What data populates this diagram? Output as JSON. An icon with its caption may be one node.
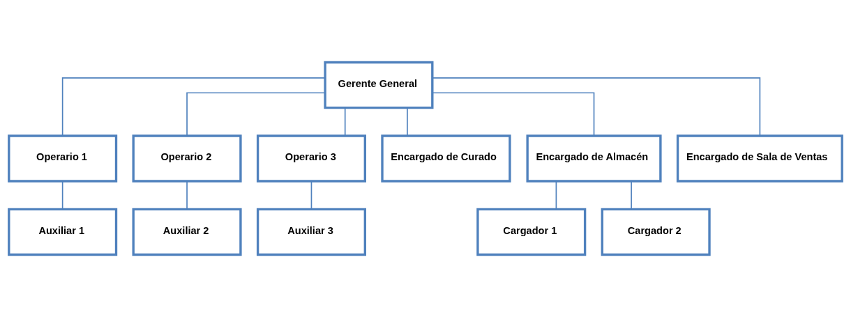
{
  "diagram": {
    "nodes": [
      {
        "text": [
          "Gerente General"
        ]
      },
      {
        "text": [
          "Operario 1"
        ]
      },
      {
        "text": [
          "Operario 2"
        ]
      },
      {
        "text": [
          "Operario 3"
        ]
      },
      {
        "text": [
          "Encargado de Curado"
        ]
      },
      {
        "text": [
          "Encargado de Almacén"
        ]
      },
      {
        "text": [
          "Encargado de Sala de Ventas"
        ]
      },
      {
        "text": [
          "Auxiliar 1"
        ]
      },
      {
        "text": [
          "Auxiliar 2"
        ]
      },
      {
        "text": [
          "Auxiliar 3"
        ]
      },
      {
        "text": [
          "Cargador 1"
        ]
      },
      {
        "text": [
          "Cargador 2"
        ]
      }
    ],
    "edges": [
      {
        "from": 0,
        "to": 1,
        "arrow": "none"
      },
      {
        "from": 0,
        "to": 2,
        "arrow": "none"
      },
      {
        "from": 0,
        "to": 3,
        "arrow": "none"
      },
      {
        "from": 0,
        "to": 4,
        "arrow": "none"
      },
      {
        "from": 0,
        "to": 5,
        "arrow": "none"
      },
      {
        "from": 0,
        "to": 6,
        "arrow": "none"
      },
      {
        "from": 1,
        "to": 7,
        "arrow": "none"
      },
      {
        "from": 2,
        "to": 8,
        "arrow": "none"
      },
      {
        "from": 3,
        "to": 9,
        "arrow": "none"
      },
      {
        "from": 5,
        "to": 10,
        "arrow": "none"
      },
      {
        "from": 5,
        "to": 11,
        "arrow": "none"
      }
    ]
  }
}
